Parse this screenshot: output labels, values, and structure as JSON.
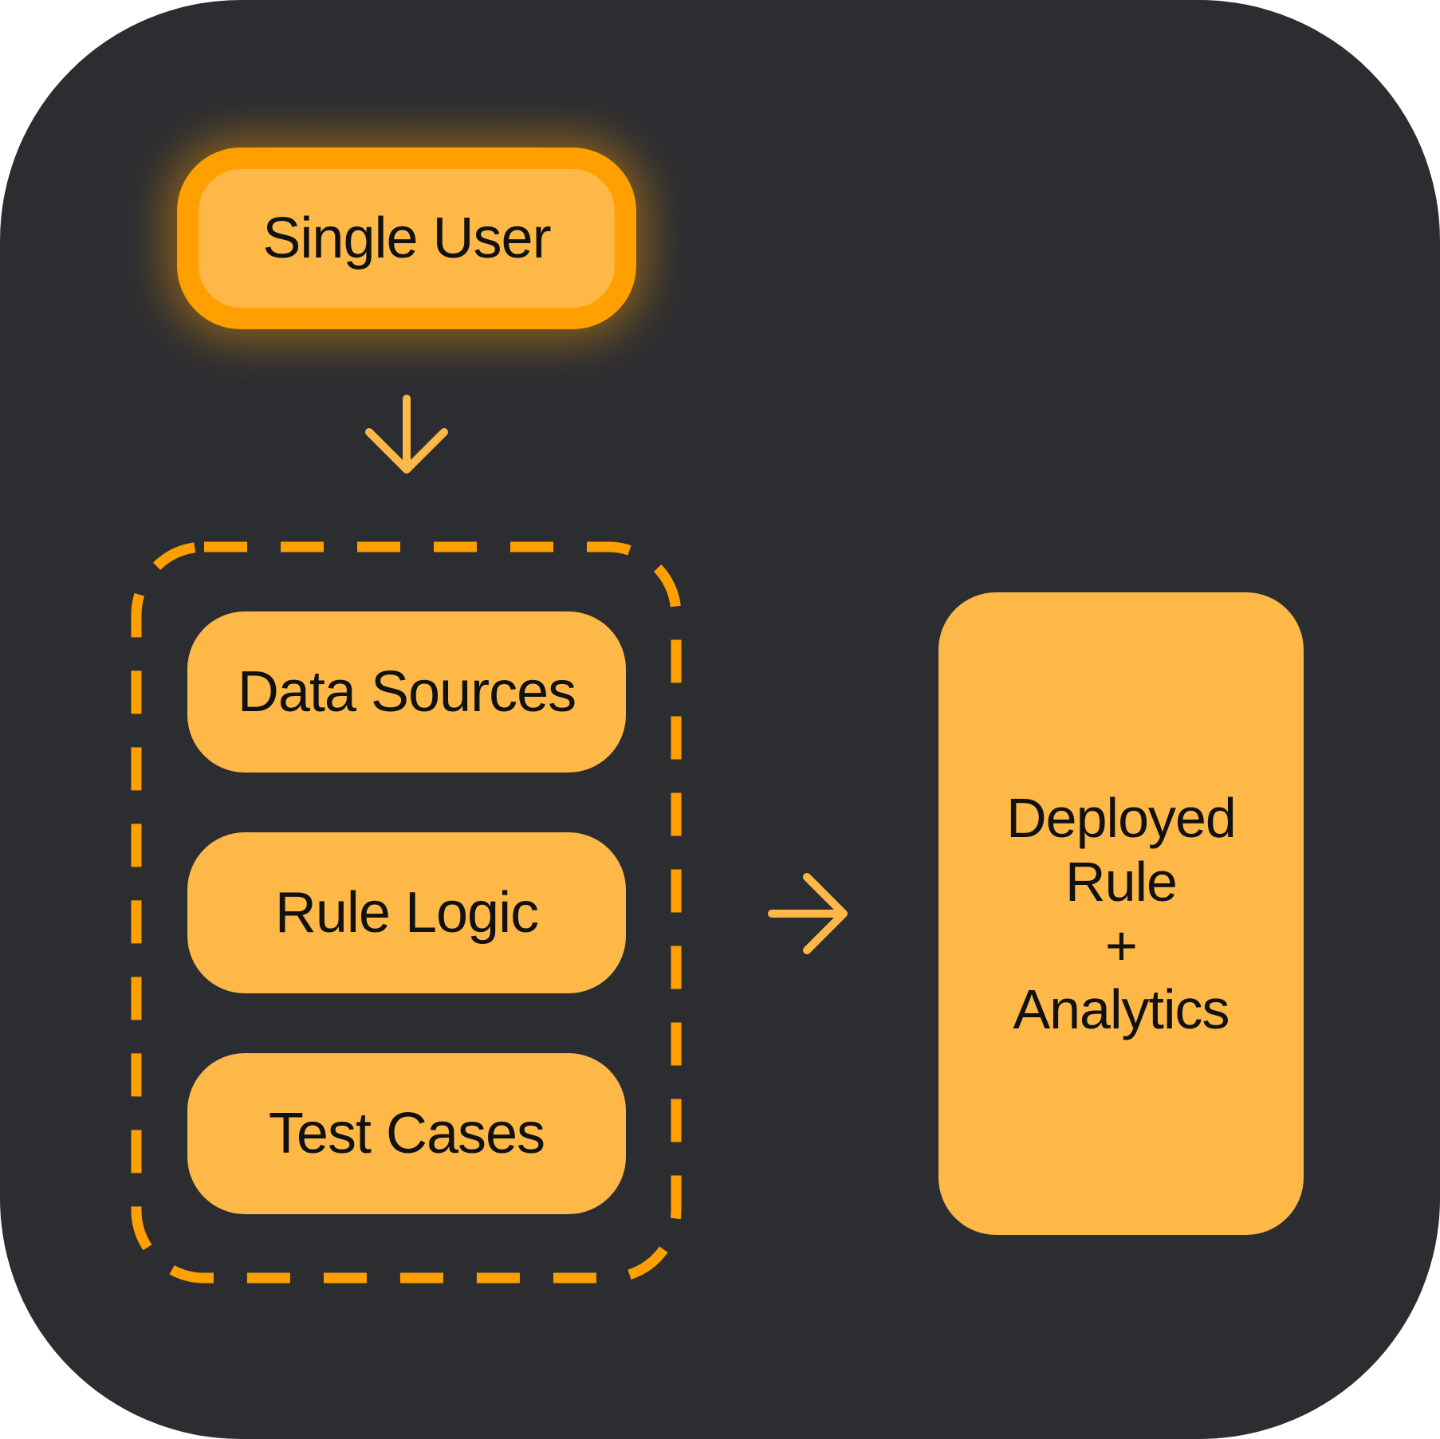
{
  "diagram": {
    "single_user": "Single User",
    "group_items": [
      {
        "label": "Data Sources"
      },
      {
        "label": "Rule Logic"
      },
      {
        "label": "Test Cases"
      }
    ],
    "deployed": {
      "line1": "Deployed",
      "line2": "Rule",
      "line3": "+",
      "line4": "Analytics"
    }
  },
  "colors": {
    "background": "#2c2d31",
    "box_fill": "#fdb848",
    "accent": "#ff9f00",
    "text": "#111111"
  }
}
